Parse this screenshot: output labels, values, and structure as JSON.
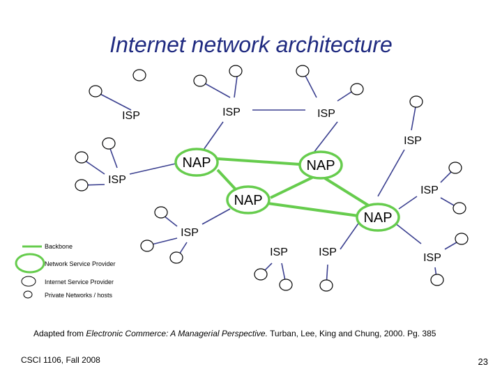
{
  "title": "Internet network architecture",
  "nodes": {
    "isp": "ISP",
    "nap": "NAP"
  },
  "legend": {
    "backbone": "Backbone",
    "nsp": "Network Service Provider",
    "isp": "Internet Service Provider",
    "private": "Private Networks / hosts"
  },
  "citation": {
    "prefix": "Adapted from ",
    "book": "Electronic Commerce:  A Managerial Perspective.",
    "suffix": " Turban, Lee, King and Chung, 2000. Pg. 385"
  },
  "footer": {
    "course": "CSCI 1106, Fall 2008",
    "page": "23"
  },
  "colors": {
    "title": "#1f2a80",
    "link": "#3a3f8f",
    "backbone": "#66cc4d",
    "node_stroke": "#000000"
  }
}
